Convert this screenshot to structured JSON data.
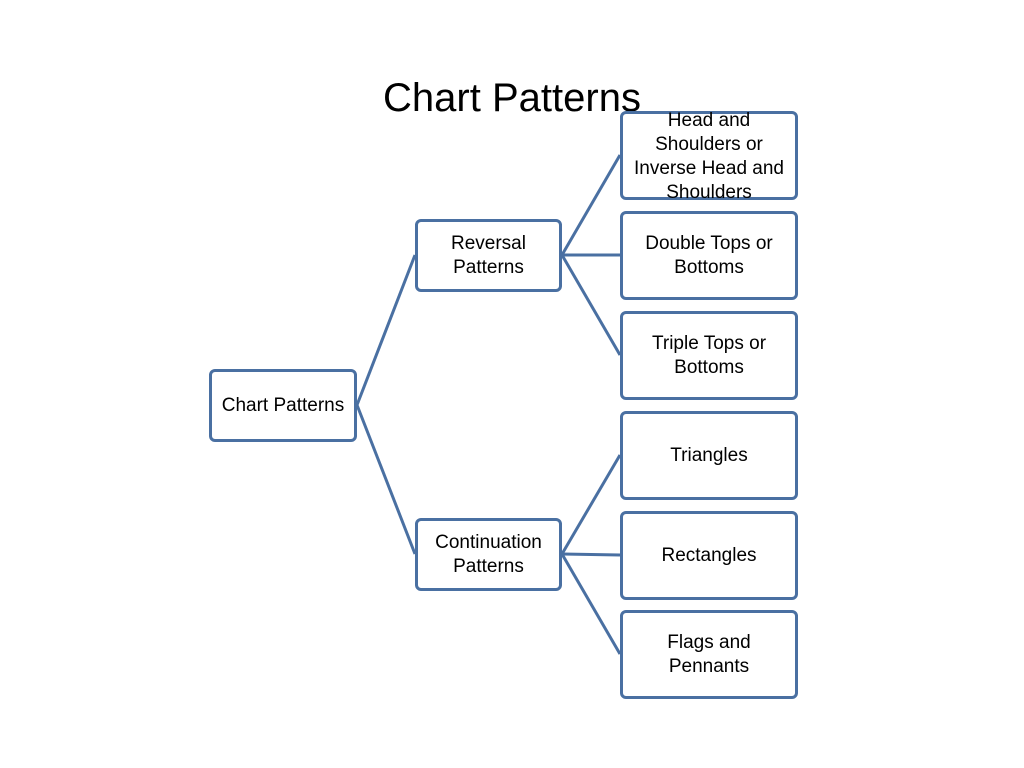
{
  "slide": {
    "title": "Chart Patterns"
  },
  "diagram": {
    "root": {
      "label": "Chart Patterns"
    },
    "branches": [
      {
        "label": "Reversal Patterns",
        "children": [
          {
            "label": "Head and Shoulders or Inverse Head and Shoulders"
          },
          {
            "label": "Double Tops or Bottoms"
          },
          {
            "label": "Triple Tops or Bottoms"
          }
        ]
      },
      {
        "label": "Continuation Patterns",
        "children": [
          {
            "label": "Triangles"
          },
          {
            "label": "Rectangles"
          },
          {
            "label": "Flags and Pennants"
          }
        ]
      }
    ]
  },
  "colors": {
    "node_border": "#4a70a2",
    "connector": "#4a70a2",
    "background": "#ffffff"
  }
}
